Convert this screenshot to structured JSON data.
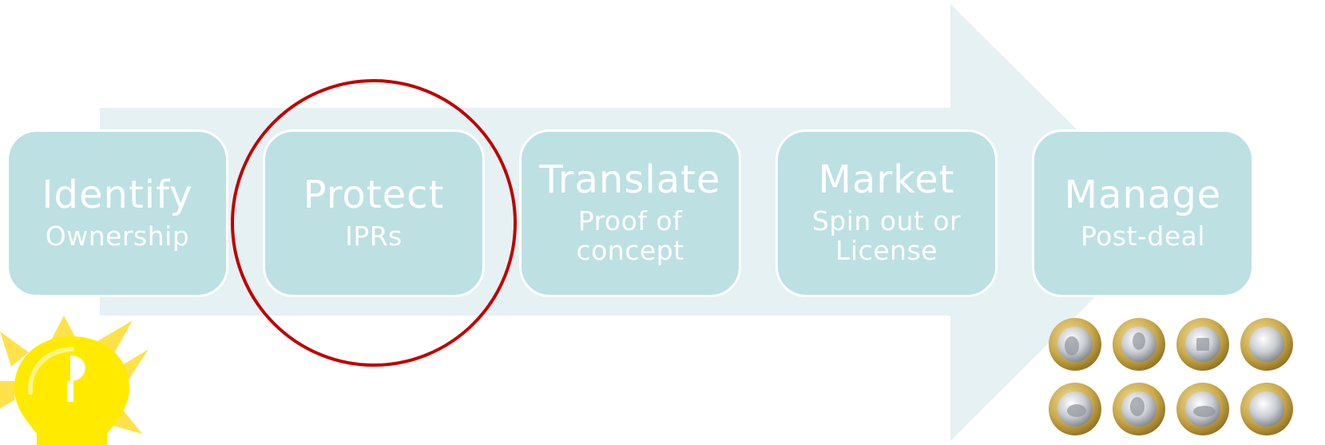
{
  "steps": [
    {
      "title": "Identify",
      "subtitle": "Ownership"
    },
    {
      "title": "Protect",
      "subtitle": "IPRs"
    },
    {
      "title": "Translate",
      "subtitle": "Proof of concept"
    },
    {
      "title": "Market",
      "subtitle": "Spin out or License"
    },
    {
      "title": "Manage",
      "subtitle": "Post-deal"
    }
  ],
  "highlighted_step": "Protect",
  "colors": {
    "arrow": "#e5f1f3",
    "box": "#bde0e3",
    "text": "#ffffff",
    "circle": "#c00000",
    "bulb": "#ffea00",
    "rays": "#ffe24a"
  },
  "icons": {
    "left": "light-bulb-icon",
    "right": "euro-coins-icon"
  }
}
